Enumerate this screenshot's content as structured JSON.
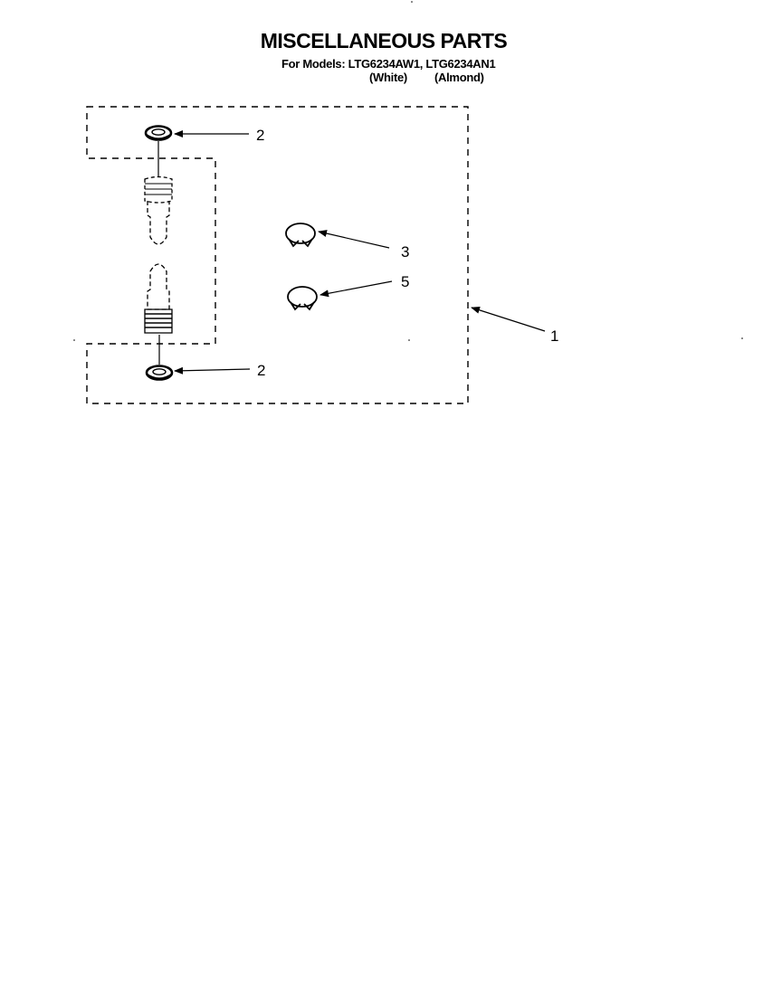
{
  "header": {
    "title": "MISCELLANEOUS PARTS",
    "models_line": "For Models: LTG6234AW1, LTG6234AN1",
    "variant_white": "(White)",
    "variant_almond": "(Almond)"
  },
  "callouts": {
    "washer_top": "2",
    "washer_bottom": "2",
    "clamp_upper": "3",
    "clamp_lower": "5",
    "kit": "1"
  },
  "colors": {
    "ink": "#000000",
    "background": "#ffffff"
  }
}
